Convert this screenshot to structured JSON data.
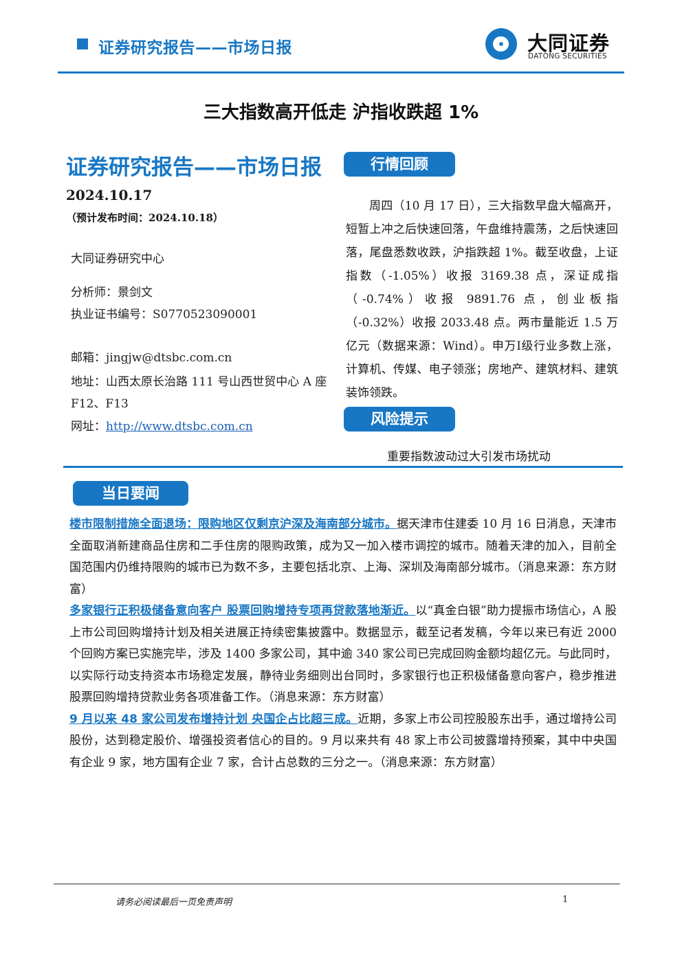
{
  "header": {
    "report_type": "证券研究报告——市场日报",
    "logo_cn": "大同证券",
    "logo_en": "DATONG SECURITIES",
    "accent_color": "#1877c4"
  },
  "title": "三大指数高开低走 沪指收跌超 1%",
  "left": {
    "heading": "证券研究报告——市场日报",
    "date": "2024.10.17",
    "publish_time": "（预计发布时间：2024.10.18）",
    "institute": "大同证券研究中心",
    "analyst": "分析师：景剑文",
    "cert": "执业证书编号：S0770523090001",
    "email": "邮箱：jingjw@dtsbc.com.cn",
    "address": "地址：山西太原长治路 111 号山西世贸中心 A 座 F12、F13",
    "website_label": "网址：",
    "website_url": "http://www.dtsbc.com.cn"
  },
  "review": {
    "label": "行情回顾",
    "text": "周四（10 月 17 日），三大指数早盘大幅高开，短暂上冲之后快速回落，午盘维持震荡，之后快速回落，尾盘悉数收跌，沪指跌超 1%。截至收盘，上证指数（-1.05%）收报 3169.38 点，深证成指（-0.74%）收报 9891.76 点，创业板指（-0.32%）收报 2033.48 点。两市量能近 1.5 万亿元（数据来源：Wind）。申万Ⅰ级行业多数上涨，计算机、传媒、电子领涨；房地产、建筑材料、建筑装饰领跌。"
  },
  "risk": {
    "label": "风险提示",
    "text": "重要指数波动过大引发市场扰动"
  },
  "news": {
    "label": "当日要闻",
    "items": [
      {
        "headline": "楼市限制措施全面退场：限购地区仅剩京沪深及海南部分城市。",
        "body": "据天津市住建委 10 月 16 日消息，天津市全面取消新建商品住房和二手住房的限购政策，成为又一加入楼市调控的城市。随着天津的加入，目前全国范围内仍维持限购的城市已为数不多，主要包括北京、上海、深圳及海南部分城市。（消息来源：东方财富）"
      },
      {
        "headline": "多家银行正积极储备意向客户 股票回购增持专项再贷款落地渐近。",
        "body": "以“真金白银”助力提振市场信心，A 股上市公司回购增持计划及相关进展正持续密集披露中。数据显示，截至记者发稿，今年以来已有近 2000 个回购方案已实施完毕，涉及 1400 多家公司，其中逾 340 家公司已完成回购金额均超亿元。与此同时，以实际行动支持资本市场稳定发展，静待业务细则出台同时，多家银行也正积极储备意向客户，稳步推进股票回购增持贷款业务各项准备工作。（消息来源：东方财富）"
      },
      {
        "headline": "9 月以来 48 家公司发布增持计划 央国企占比超三成。",
        "body": "近期，多家上市公司控股股东出手，通过增持公司股份，达到稳定股价、增强投资者信心的目的。9 月以来共有 48 家上市公司披露增持预案，其中中央国有企业 9 家，地方国有企业 7 家，合计占总数的三分之一。（消息来源：东方财富）"
      }
    ]
  },
  "footer": {
    "disclaimer": "请务必阅读最后一页免责声明",
    "page": "1"
  }
}
